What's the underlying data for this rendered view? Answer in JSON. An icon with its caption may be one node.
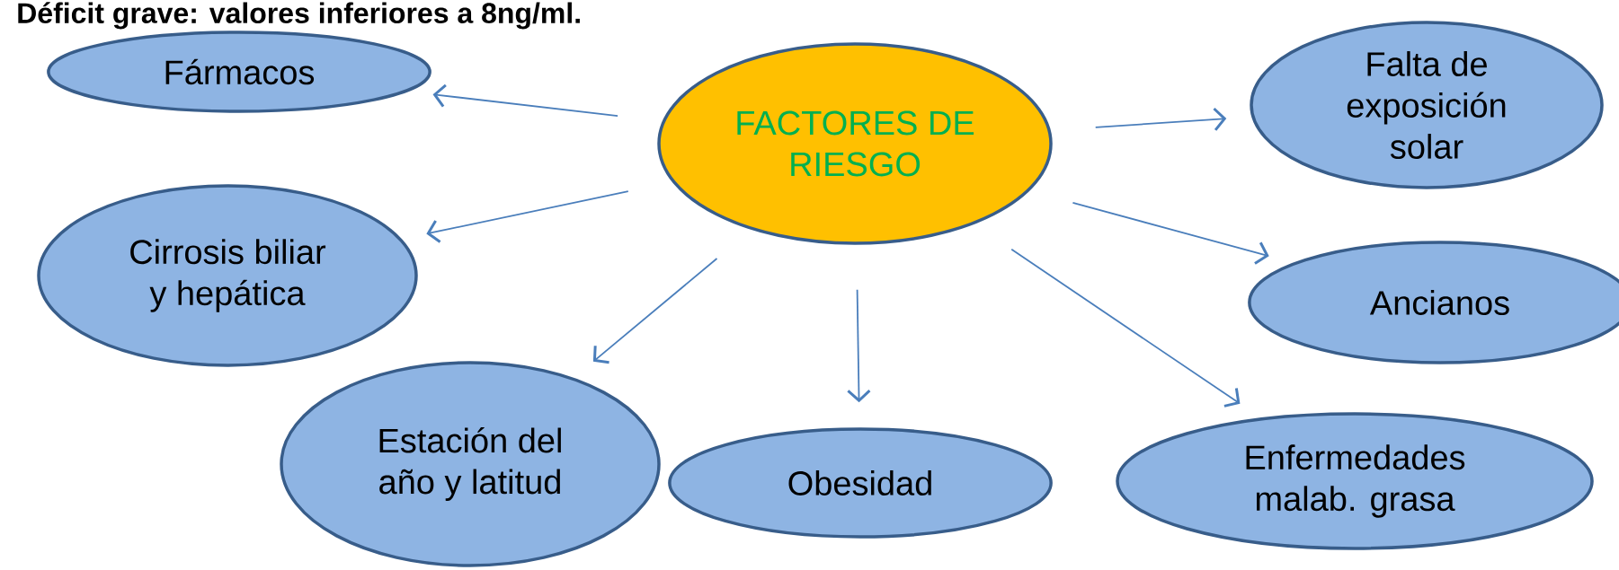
{
  "diagram": {
    "title": "Déficit grave: valores inferiores a 8ng/ml.",
    "nodes": [
      {
        "text": [
          "FACTORES DE RIESGO"
        ]
      },
      {
        "text": [
          "Fármacos"
        ]
      },
      {
        "text": [
          "Falta de exposición solar"
        ]
      },
      {
        "text": [
          "Cirrosis biliar y hepática"
        ]
      },
      {
        "text": [
          "Ancianos"
        ]
      },
      {
        "text": [
          "Estación del año y latitud"
        ]
      },
      {
        "text": [
          "Obesidad"
        ]
      },
      {
        "text": [
          "Enfermedades malab. grasa"
        ]
      }
    ],
    "edges": [
      {
        "from": 0,
        "to": 1,
        "arrow": "to"
      },
      {
        "from": 0,
        "to": 2,
        "arrow": "to"
      },
      {
        "from": 0,
        "to": 3,
        "arrow": "to"
      },
      {
        "from": 0,
        "to": 4,
        "arrow": "to"
      },
      {
        "from": 0,
        "to": 5,
        "arrow": "to"
      },
      {
        "from": 0,
        "to": 6,
        "arrow": "to"
      },
      {
        "from": 0,
        "to": 7,
        "arrow": "to"
      }
    ]
  }
}
